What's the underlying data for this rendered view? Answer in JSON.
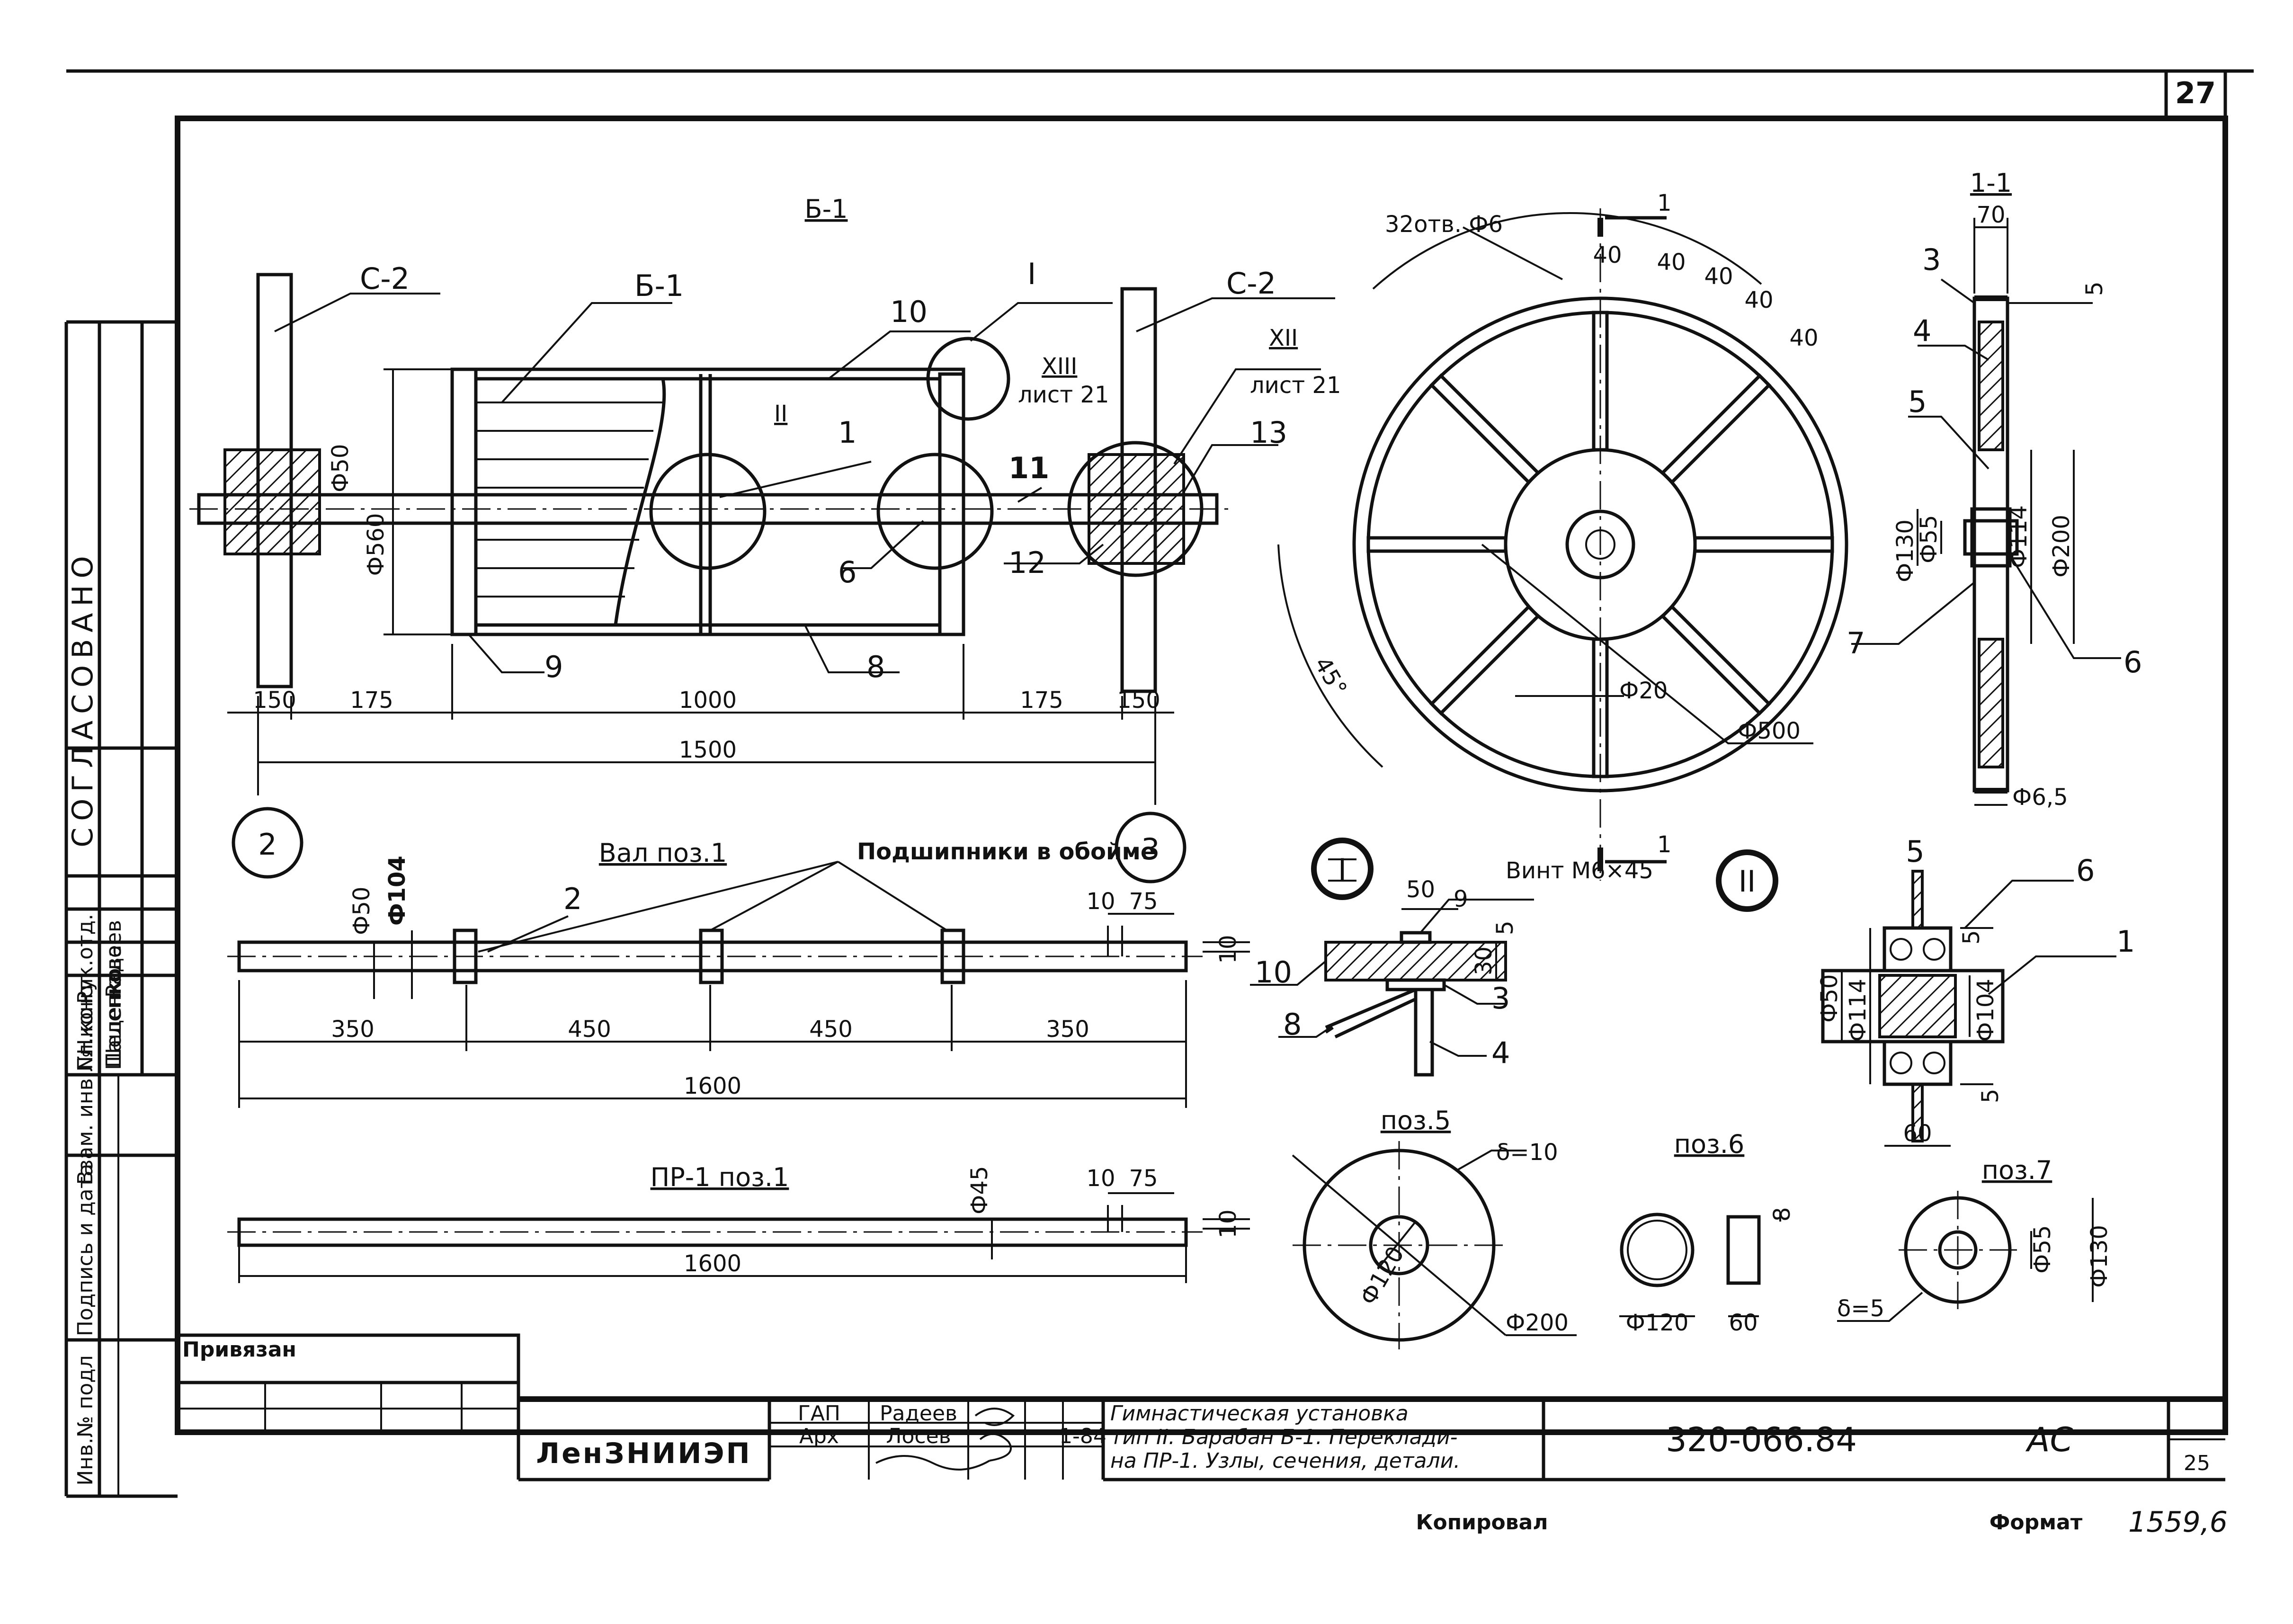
{
  "sheet": {
    "number": "27",
    "code": "320-066.84",
    "stage": "АС",
    "sheet_no": "25",
    "organization": "ЛенЗНИИЭП",
    "title_lines": [
      "Гимнастическая установка",
      "тип II. Барабан Б-1. Переклади-",
      "на ПР-1. Узлы, сечения, детали."
    ],
    "bound_label": "Привязан",
    "copied_label": "Копировал",
    "format_label": "Формат",
    "format_value": "1559,6",
    "agreed_label": "СОГЛАСОВАНО",
    "date": "1-84"
  },
  "stamp": {
    "rows": [
      {
        "role": "ГАП",
        "name": "Радеев"
      },
      {
        "role": "Арх",
        "name": "Лосев"
      }
    ]
  },
  "side_stamp": {
    "rows": [
      {
        "role": "Рук.отд.",
        "name": "Радеев"
      },
      {
        "role": "Н.конт",
        "name": "Пащенко"
      },
      {
        "role": "Гл.конст",
        "name": "Шелепкова"
      }
    ],
    "columns": [
      "Инв.№ подл",
      "Подпись и дата",
      "Взам. инв.№"
    ]
  },
  "views": {
    "b1": {
      "header": "Б-1",
      "labels": [
        "С-2",
        "Б-1",
        "10",
        "I",
        "С-2",
        "XIII",
        "лист 21",
        "XII",
        "лист 21",
        "II",
        "1",
        "11",
        "13",
        "6",
        "12",
        "9",
        "8"
      ],
      "dims": [
        "Ф50",
        "Ф560",
        "150",
        "175",
        "1000",
        "175",
        "150",
        "1500"
      ],
      "axes": [
        "2",
        "3"
      ]
    },
    "shaft": {
      "header": "Вал поз.1",
      "note": "Подшипники в обойме",
      "label_2": "2",
      "dims": [
        "Ф50",
        "Ф104",
        "10",
        "75",
        "10",
        "350",
        "450",
        "450",
        "350",
        "1600"
      ]
    },
    "bar": {
      "header": "ПР-1 поз.1",
      "dims": [
        "Ф45",
        "10",
        "75",
        "10",
        "1600"
      ]
    },
    "wheel": {
      "labels": [
        "32отв. Ф6",
        "40",
        "40",
        "40",
        "40",
        "40",
        "45°",
        "Ф20",
        "Ф500",
        "1",
        "1"
      ]
    },
    "section": {
      "header": "1-1",
      "labels": [
        "70",
        "3",
        "5",
        "4",
        "5",
        "Ф130",
        "Ф55",
        "Ф114",
        "Ф200",
        "7",
        "6",
        "Ф6,5"
      ]
    },
    "node1": {
      "header": "I",
      "labels": [
        "50",
        "Винт М6×45",
        "9",
        "5",
        "30",
        "10",
        "8",
        "3",
        "4"
      ]
    },
    "node2": {
      "header": "II",
      "labels": [
        "5",
        "6",
        "5",
        "1",
        "Ф50",
        "Ф114",
        "Ф104",
        "5",
        "60"
      ]
    },
    "pos5": {
      "header": "поз.5",
      "labels": [
        "δ=10",
        "Ф120",
        "Ф200"
      ]
    },
    "pos6": {
      "header": "поз.6",
      "labels": [
        "8",
        "Ф120",
        "60"
      ]
    },
    "pos7": {
      "header": "поз.7",
      "labels": [
        "Ф55",
        "Ф130",
        "δ=5"
      ]
    }
  }
}
